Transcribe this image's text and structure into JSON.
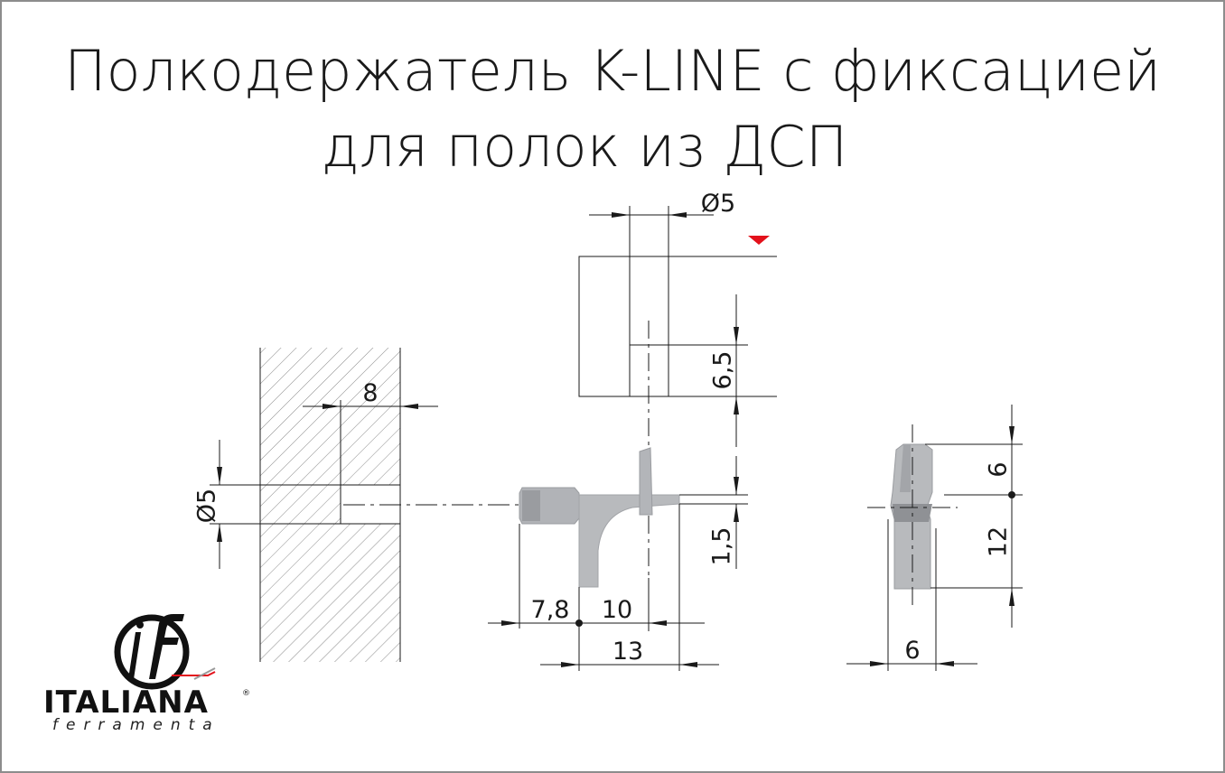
{
  "title": {
    "line1": "Полкодержатель K-LINE с фиксацией",
    "line2": "для полок из ДСП"
  },
  "dimensions": {
    "top_hole_diameter": "Ø5",
    "top_depth": "6,5",
    "side_depth": "8",
    "side_diameter": "Ø5",
    "pin_length": "7,8",
    "arm_length": "10",
    "total_length": "13",
    "lip_height": "1,5",
    "end_upper": "6",
    "end_lower": "12",
    "end_width": "6"
  },
  "logo": {
    "brand": "ITALIANA",
    "sub": "ferramenta",
    "registered": "®"
  },
  "colors": {
    "line": "#1a1a1a",
    "part_fill": "#b8babd",
    "part_shade": "#9a9ca0",
    "accent_red": "#e3111b",
    "hatch": "#8a8a8a"
  }
}
